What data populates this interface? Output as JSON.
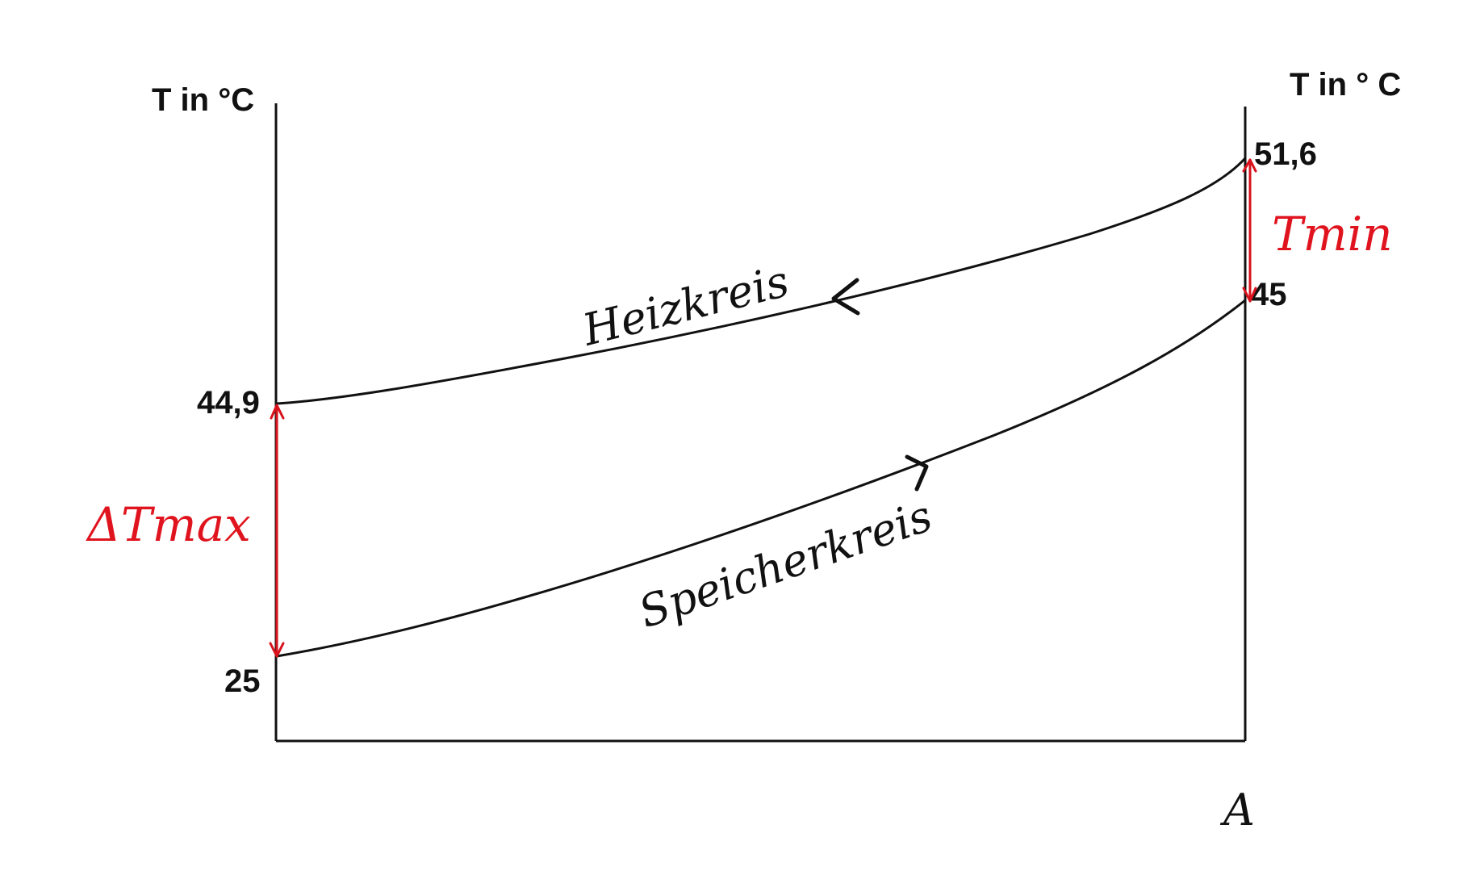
{
  "axes": {
    "left_label": "T in °C",
    "right_label": "T in ° C",
    "x_label": "A"
  },
  "ticks": {
    "left_top": "44,9",
    "left_bottom": "25",
    "right_top": "51,6",
    "right_bottom": "45"
  },
  "curves": {
    "upper": "Heizkreis",
    "lower": "Speicherkreis"
  },
  "annotations": {
    "left_diff": "ΔTmax",
    "right_diff": "Tmin"
  },
  "colors": {
    "ink": "#111111",
    "annotation": "#d8121c"
  }
}
